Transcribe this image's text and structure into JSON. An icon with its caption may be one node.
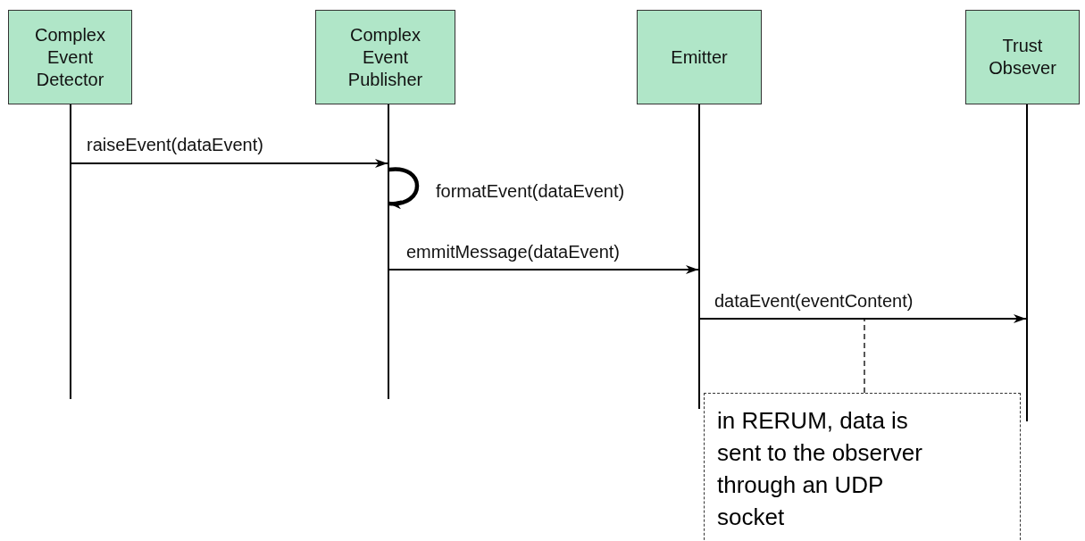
{
  "diagram": {
    "nodes": [
      {
        "text": [
          "Complex Event Detector"
        ]
      },
      {
        "text": [
          "Complex Event Publisher"
        ]
      },
      {
        "text": [
          "Emitter"
        ]
      },
      {
        "text": [
          "Trust Obsever"
        ]
      },
      {
        "text": [],
        "shape": "line"
      },
      {
        "text": [],
        "shape": "line"
      },
      {
        "text": [],
        "shape": "line"
      },
      {
        "text": [],
        "shape": "line"
      },
      {
        "text": [
          "in RERUM, data is sent to the observer through an UDP socket"
        ]
      }
    ],
    "edges": [
      {
        "from": 4,
        "to": 5,
        "arrow": "to",
        "label": "raiseEvent(dataEvent)"
      },
      {
        "from": 5,
        "to": 5,
        "arrow": "to",
        "label": "formatEvent(dataEvent)",
        "style": "thick"
      },
      {
        "from": 5,
        "to": 6,
        "arrow": "to",
        "label": "emmitMessage(dataEvent)"
      },
      {
        "from": 6,
        "to": 7,
        "arrow": "to",
        "label": "dataEvent(eventContent)"
      },
      {
        "from": 8,
        "to": null,
        "arrow": "none",
        "style": "dashed"
      }
    ]
  }
}
